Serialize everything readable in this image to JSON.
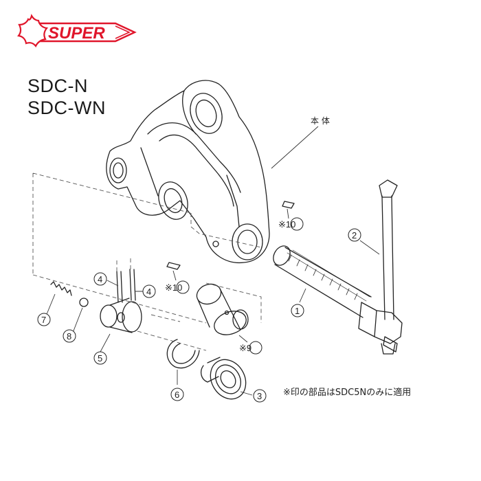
{
  "brand": {
    "name": "SUPER",
    "color": "#e0162b"
  },
  "models": [
    "SDC-N",
    "SDC-WN"
  ],
  "callouts": {
    "body": "本 体",
    "p1": "1",
    "p2": "2",
    "p3": "3",
    "p4a": "4",
    "p4b": "4",
    "p5": "5",
    "p6": "6",
    "p7": "7",
    "p8": "8",
    "p9": "※9",
    "p10a": "※10",
    "p10b": "※10"
  },
  "note": "※印の部品はSDC5Nのみに適用"
}
